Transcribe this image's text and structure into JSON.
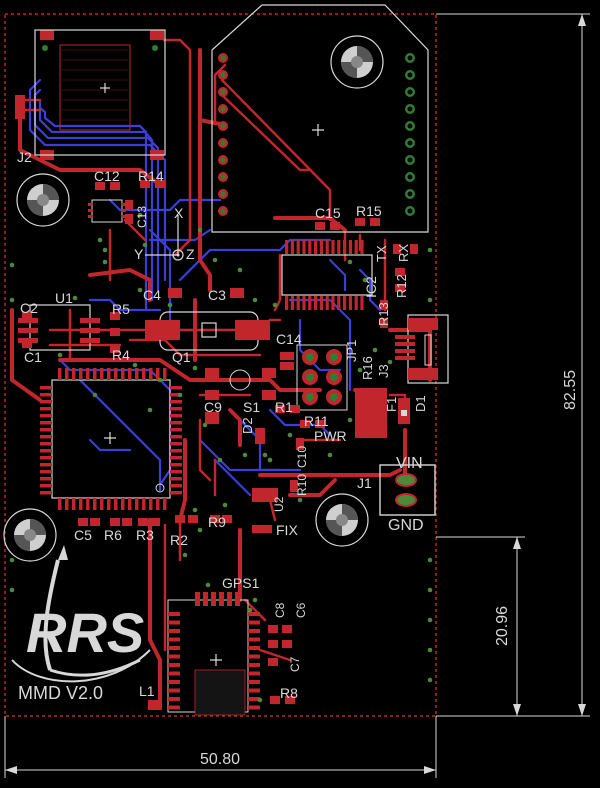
{
  "board": {
    "name": "MMD V2.0",
    "logo_text": "RRS"
  },
  "dimensions": {
    "width": "50.80",
    "height": "82.55",
    "lower": "20.96"
  },
  "refdes": {
    "J2": "J2",
    "C12": "C12",
    "R14": "R14",
    "C13": "C13",
    "X": "X",
    "Y": "Y",
    "Z": "Z",
    "C15": "C15",
    "R15": "R15",
    "TX": "TX",
    "RX": "RX",
    "IC2": "IC2",
    "R12": "R12",
    "R13": "R13",
    "C2": "C2",
    "U1": "U1",
    "R5": "R5",
    "C4": "C4",
    "C3": "C3",
    "C1": "C1",
    "R4": "R4",
    "Q1": "Q1",
    "C14": "C14",
    "JP1": "JP1",
    "R16": "R16",
    "J3": "J3",
    "D1": "D1",
    "C9": "C9",
    "S1": "S1",
    "F1": "F1",
    "R1": "R1",
    "D2": "D2",
    "R11": "R11",
    "PWR": "PWR",
    "C10": "C10",
    "R10": "R10",
    "U2": "U2",
    "VIN": "VIN",
    "J1": "J1",
    "GND": "GND",
    "C5": "C5",
    "R6": "R6",
    "R3": "R3",
    "R2": "R2",
    "R9": "R9",
    "FIX": "FIX",
    "GPS1": "GPS1",
    "C8": "C8",
    "C6": "C6",
    "C7": "C7",
    "L1": "L1",
    "R8": "R8"
  },
  "colors": {
    "background": "#000000",
    "top_copper": "#c0262c",
    "bottom_copper": "#3b3fd8",
    "silkscreen": "#d8d8d8",
    "outline": "#c0262c"
  }
}
